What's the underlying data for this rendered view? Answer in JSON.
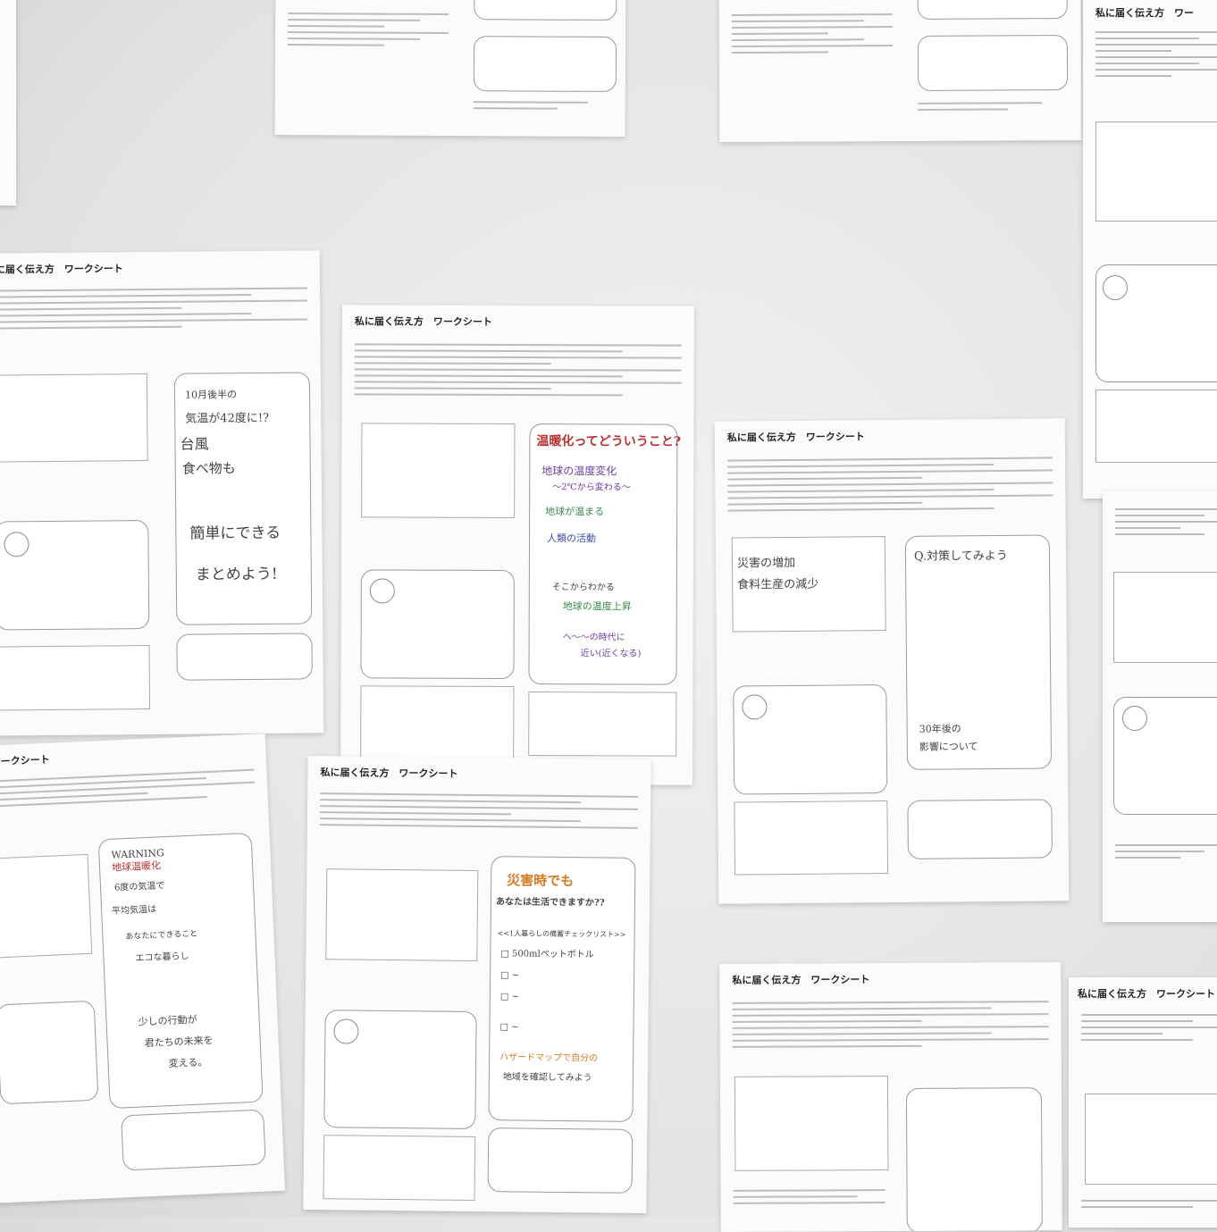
{
  "image": {
    "description_texts": {
      "sheet_title": "私に届く伝え方　ワークシート",
      "sheet_title_partial": "ワークシート"
    }
  },
  "sheets": {
    "s1": {
      "title": "ワークシート",
      "notes": [
        "10月後半の",
        "気温が42度に!?",
        "台風",
        "食べ物も",
        "簡単にできる",
        "まとめよう!"
      ]
    },
    "s2": {
      "title": "私に届く伝え方　ワークシート",
      "heading": "温暖化ってどういうこと?",
      "notes": [
        "地球の温度変化",
        "〜2℃から変わる〜",
        "地球が温まる",
        "人類の活動",
        "そこからわかる",
        "地球の温度上昇",
        "へ〜〜の時代に",
        "近い(近くなる)"
      ]
    },
    "s3": {
      "title": "私に届く伝え方　ワークシート",
      "notes": [
        "Q.対策してみよう",
        "災害の増加",
        "食料生産の減少",
        "30年後の",
        "影響について"
      ]
    },
    "s4": {
      "title": "ワークシート",
      "notes": [
        "WARNING",
        "地球温暖化",
        "6度の気温で",
        "平均気温は",
        "あなたにできること",
        "エコな暮らし",
        "少しの行動が",
        "君たちの未来を",
        "変える。"
      ]
    },
    "s5": {
      "title": "私に届く伝え方　ワークシート",
      "notes": [
        "災害時でも",
        "あなたは生活できますか??",
        "<<1人暮らしの備蓄チェックリスト>>",
        "□ 500mlペットボトル",
        "□ ~",
        "□ ~",
        "□ ~",
        "ハザードマップで自分の",
        "地域を確認してみよう"
      ]
    },
    "s6": {
      "title": "私に届く伝え方　ワークシート"
    },
    "s7": {
      "title": "私に届く伝え方　ワークシート"
    },
    "s8": {
      "title": "私に届く伝え方　ワー"
    }
  }
}
